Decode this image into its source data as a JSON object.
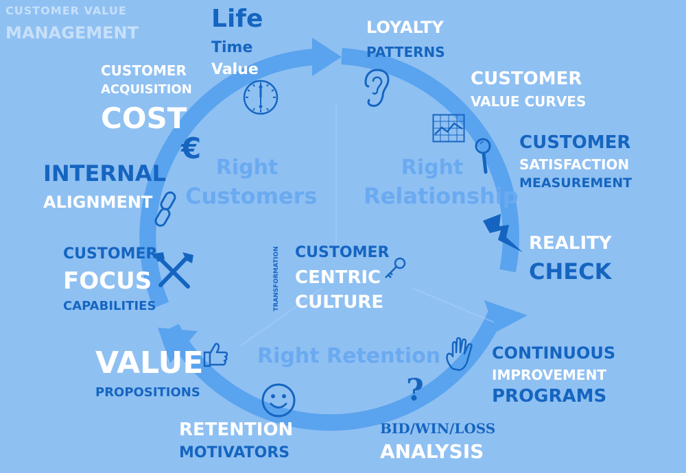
{
  "corner": {
    "line1": "CUSTOMER  VALUE",
    "line2": "MANAGEMENT"
  },
  "sections": {
    "right_customers": [
      "Right",
      "Customers"
    ],
    "right_relationship": [
      "Right",
      "Relationship"
    ],
    "right_retention": "Right Retention"
  },
  "center": {
    "side": "TRANSFORMATION",
    "lines": [
      "CUSTOMER",
      "CENTRIC",
      "CULTURE"
    ]
  },
  "labels": {
    "life": [
      "Life",
      "Time",
      "Value"
    ],
    "loyalty": [
      "LOYALTY",
      "PATTERNS"
    ],
    "value_curves": [
      "CUSTOMER",
      "VALUE CURVES"
    ],
    "satisfaction": [
      "CUSTOMER",
      "SATISFACTION",
      "MEASUREMENT"
    ],
    "reality": [
      "REALITY",
      "CHECK"
    ],
    "continuous": [
      "CONTINUOUS",
      "IMPROVEMENT",
      "PROGRAMS"
    ],
    "bid": [
      "BID/WIN/LOSS",
      "ANALYSIS"
    ],
    "retention": [
      "RETENTION",
      "MOTIVATORS"
    ],
    "value_props": [
      "VALUE",
      "PROPOSITIONS"
    ],
    "focus": [
      "CUSTOMER",
      "FOCUS",
      "CAPABILITIES"
    ],
    "internal": [
      "INTERNAL",
      "ALIGNMENT"
    ],
    "acquisition": [
      "CUSTOMER",
      "ACQUISITION",
      "COST"
    ]
  },
  "glyphs": {
    "euro": "€",
    "question": "?",
    "smiley": "☺"
  },
  "colors": {
    "background": "#8fc0f2",
    "ring": "#5aa3ee",
    "dark_text": "#1565c0",
    "light_text": "#ffffff"
  }
}
